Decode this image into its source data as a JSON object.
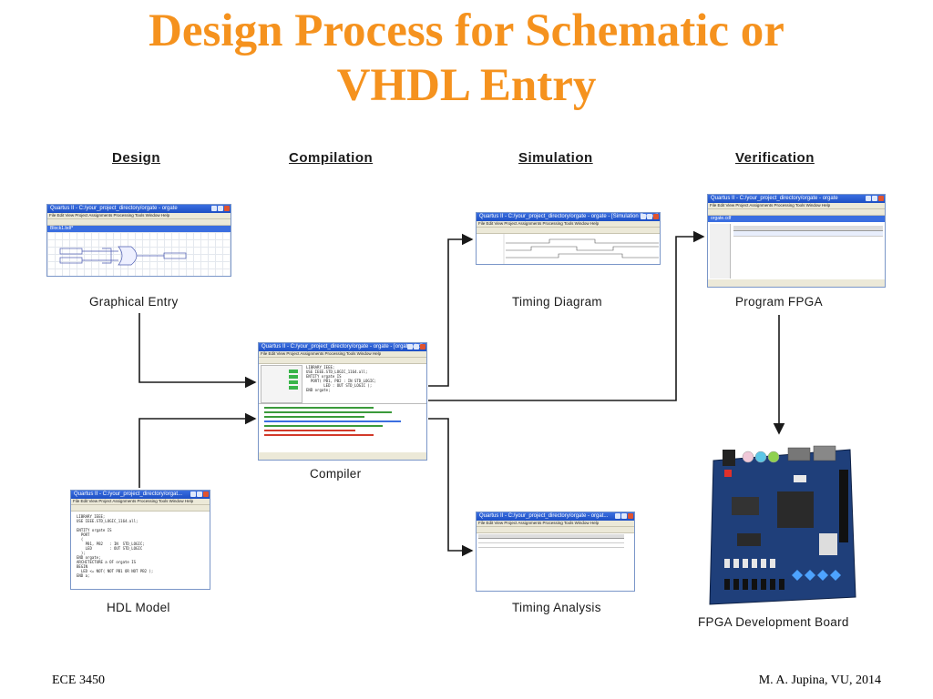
{
  "title": {
    "line1": "Design Process for Schematic or",
    "line2": "VHDL Entry"
  },
  "stages": {
    "design": "Design",
    "compilation": "Compilation",
    "simulation": "Simulation",
    "verification": "Verification"
  },
  "captions": {
    "graphical_entry": "Graphical Entry",
    "hdl_model": "HDL Model",
    "compiler": "Compiler",
    "timing_diagram": "Timing Diagram",
    "timing_analysis": "Timing Analysis",
    "program_fpga": "Program FPGA",
    "fpga_board": "FPGA  Development Board"
  },
  "windows": {
    "graphical": {
      "title": "Quartus II - C:/your_project_directory/orgate - orgate",
      "tab": "Block1.bdf*"
    },
    "hdl": {
      "title": "Quartus II - C:/your_project_directory/orgat..."
    },
    "compiler": {
      "title": "Quartus II - C:/your_project_directory/orgate - orgate - [orgate.vhd]"
    },
    "timing_diagram": {
      "title": "Quartus II - C:/your_project_directory/orgate - orgate - [Simulation Report]"
    },
    "timing_analysis": {
      "title": "Quartus II - C:/your_project_directory/orgate - orgat..."
    },
    "program": {
      "title": "Quartus II - C:/your_project_directory/orgate - orgate",
      "tab": "orgate.cdf"
    }
  },
  "menu": "File  Edit  View  Project  Assignments  Processing  Tools  Window  Help",
  "footer": {
    "left": "ECE 3450",
    "right": "M. A. Jupina, VU, 2014"
  },
  "colors": {
    "title": "#f5921e",
    "arrow": "#1a1a1a",
    "window_title": "#2558d0"
  }
}
